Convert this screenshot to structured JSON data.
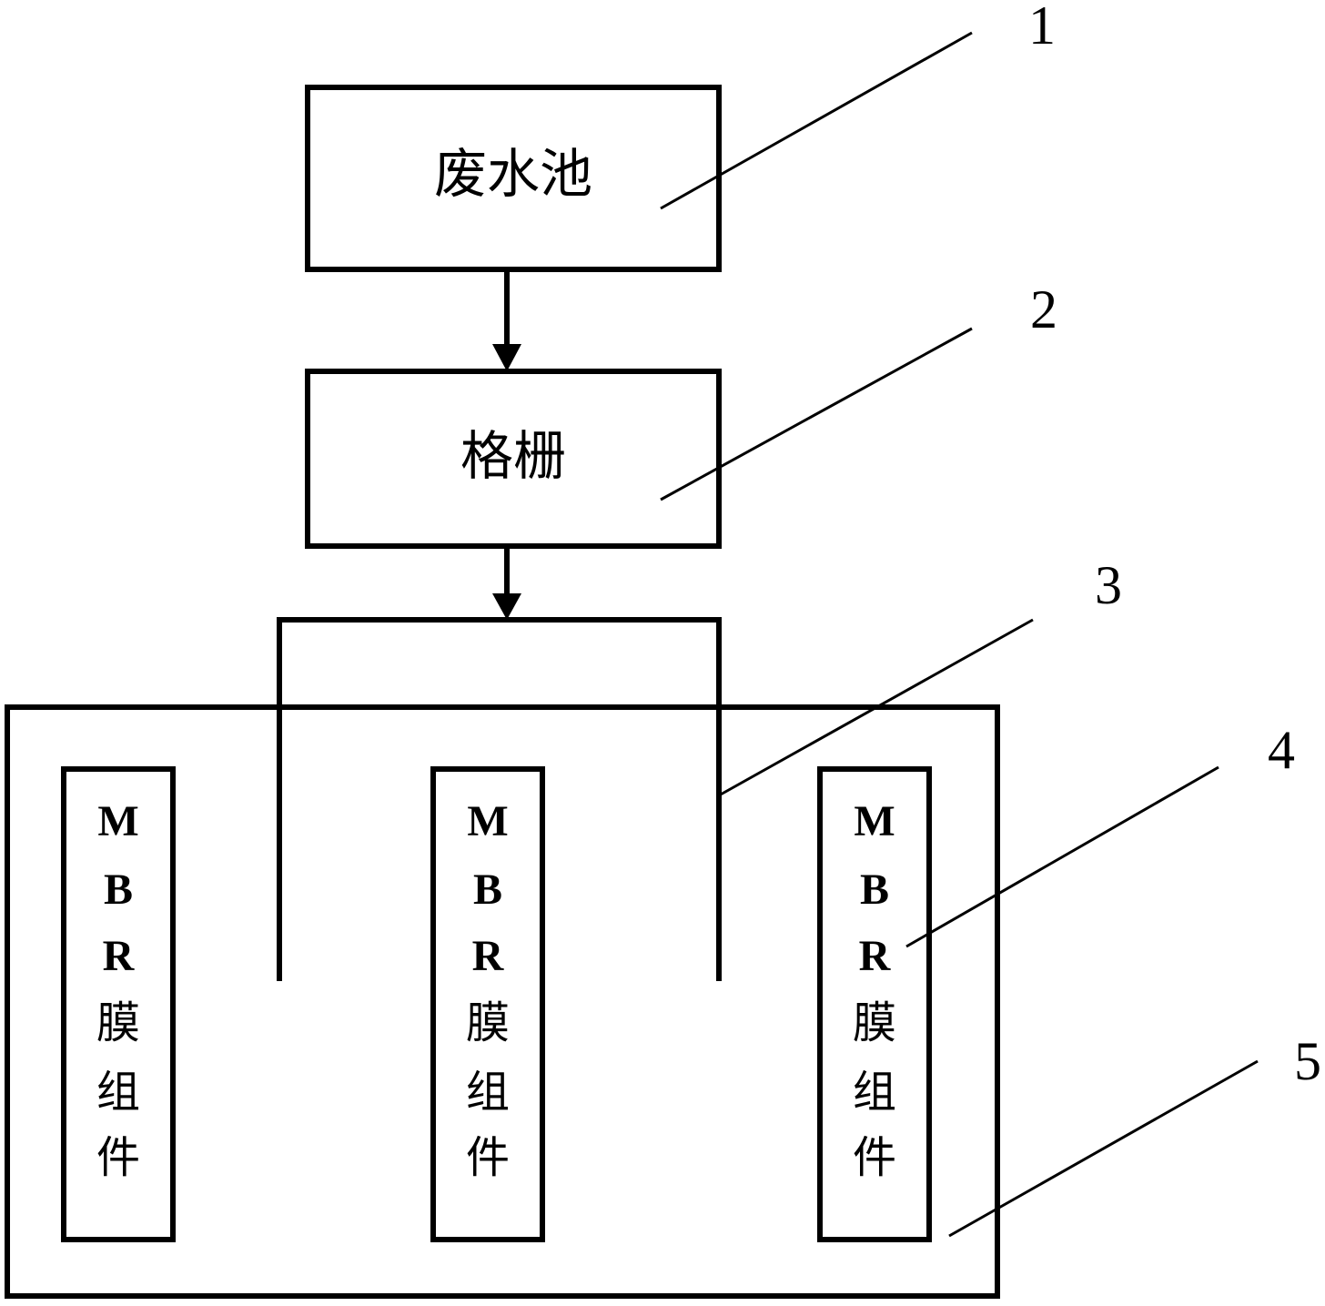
{
  "diagram": {
    "nodes": {
      "wastewater_tank": {
        "label": "废水池"
      },
      "screen": {
        "label": "格栅"
      }
    },
    "module_label": [
      "M",
      "B",
      "R",
      "膜",
      "组",
      "件"
    ],
    "callouts": [
      "1",
      "2",
      "3",
      "4",
      "5"
    ]
  }
}
